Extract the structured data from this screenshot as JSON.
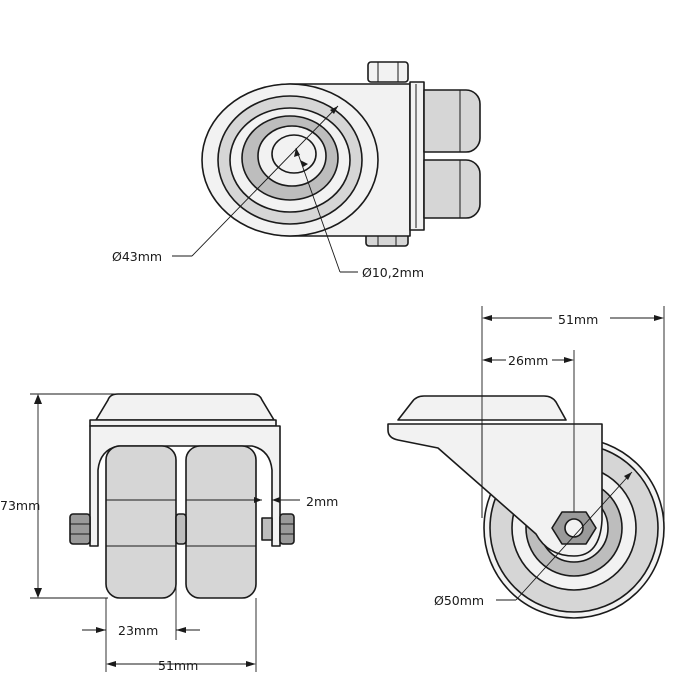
{
  "dimensions": {
    "top_wheel_diameter": "Ø43mm",
    "top_bore_diameter": "Ø10,2mm",
    "height": "73mm",
    "gap": "2mm",
    "wheel_width": "23mm",
    "front_total_width": "51mm",
    "side_total_width": "51mm",
    "side_offset": "26mm",
    "side_wheel_diameter": "Ø50mm"
  }
}
